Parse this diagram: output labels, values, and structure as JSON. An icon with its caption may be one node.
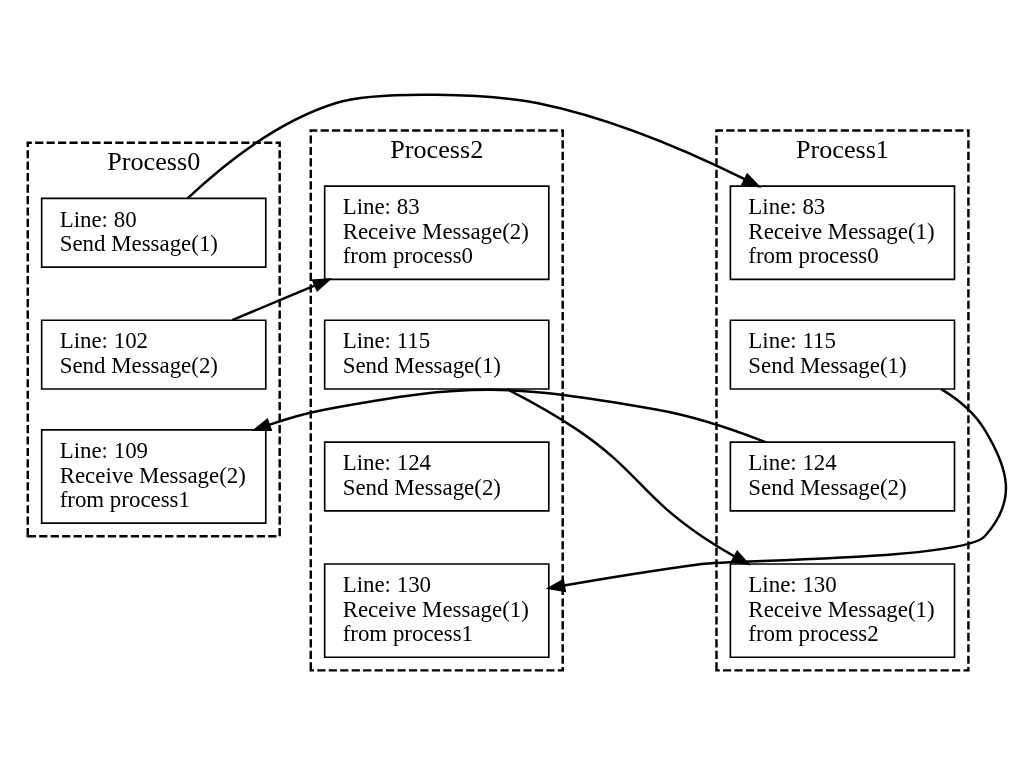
{
  "diagram": {
    "nodes": [
      {
        "text": [
          "Process0"
        ]
      },
      {
        "text": [
          "Line: 80",
          "Send Message(1)"
        ],
        "in": 0
      },
      {
        "text": [
          "Line: 102",
          "Send Message(2)"
        ],
        "in": 0
      },
      {
        "text": [
          "Line: 109",
          "Receive Message(2)",
          "from process1"
        ],
        "in": 0
      },
      {
        "text": [
          "Process1"
        ]
      },
      {
        "text": [
          "Line: 83",
          "Receive Message(1)",
          "from process0"
        ],
        "in": 4
      },
      {
        "text": [
          "Line: 115",
          "Send Message(1)"
        ],
        "in": 4
      },
      {
        "text": [
          "Line: 124",
          "Send Message(2)"
        ],
        "in": 4
      },
      {
        "text": [
          "Line: 130",
          "Receive Message(1)",
          "from process2"
        ],
        "in": 4
      },
      {
        "text": [
          "Process2"
        ]
      },
      {
        "text": [
          "Line: 83",
          "Receive Message(2)",
          "from process0"
        ],
        "in": 9
      },
      {
        "text": [
          "Line: 115",
          "Send Message(1)"
        ],
        "in": 9
      },
      {
        "text": [
          "Line: 124",
          "Send Message(2)"
        ],
        "in": 9
      },
      {
        "text": [
          "Line: 130",
          "Receive Message(1)",
          "from process1"
        ],
        "in": 9
      }
    ],
    "edges": [
      {
        "from": 1,
        "to": 5,
        "arrow": "to"
      },
      {
        "from": 2,
        "to": 10,
        "arrow": "to"
      },
      {
        "from": 7,
        "to": 3,
        "arrow": "to"
      },
      {
        "from": 6,
        "to": 13,
        "arrow": "to"
      },
      {
        "from": 11,
        "to": 8,
        "arrow": "to"
      }
    ]
  }
}
